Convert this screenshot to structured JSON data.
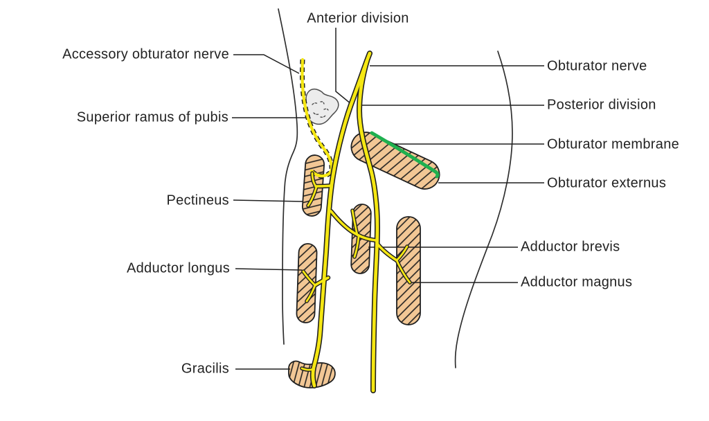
{
  "labels": {
    "anterior_division": "Anterior division",
    "accessory_obturator_nerve": "Accessory obturator nerve",
    "superior_ramus_of_pubis": "Superior ramus of pubis",
    "pectineus": "Pectineus",
    "adductor_longus": "Adductor longus",
    "gracilis": "Gracilis",
    "obturator_nerve": "Obturator nerve",
    "posterior_division": "Posterior division",
    "obturator_membrane": "Obturator membrane",
    "obturator_externus": "Obturator externus",
    "adductor_brevis": "Adductor brevis",
    "adductor_magnus": "Adductor magnus"
  },
  "colors": {
    "nerve_yellow": "#f5e712",
    "muscle_tan": "#f2c795",
    "membrane_green": "#1fb04f",
    "bone_grey": "#ececec",
    "outline_black": "#1f1f1f",
    "background": "#ffffff"
  }
}
